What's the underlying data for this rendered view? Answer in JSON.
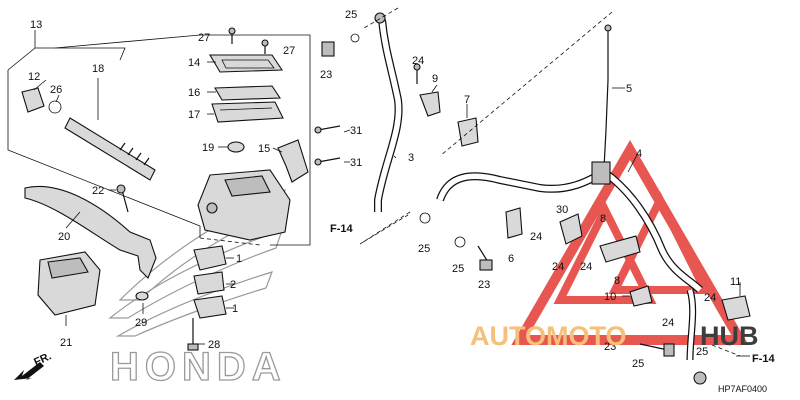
{
  "diagram": {
    "callouts": [
      {
        "key": "c13",
        "text": "13"
      },
      {
        "key": "c12",
        "text": "12"
      },
      {
        "key": "c26",
        "text": "26"
      },
      {
        "key": "c18",
        "text": "18"
      },
      {
        "key": "c27a",
        "text": "27"
      },
      {
        "key": "c27b",
        "text": "27"
      },
      {
        "key": "c14",
        "text": "14"
      },
      {
        "key": "c16",
        "text": "16"
      },
      {
        "key": "c17",
        "text": "17"
      },
      {
        "key": "c19",
        "text": "19"
      },
      {
        "key": "c15",
        "text": "15"
      },
      {
        "key": "c22",
        "text": "22"
      },
      {
        "key": "c20",
        "text": "20"
      },
      {
        "key": "c1a",
        "text": "1"
      },
      {
        "key": "c2",
        "text": "2"
      },
      {
        "key": "c1b",
        "text": "1"
      },
      {
        "key": "c29",
        "text": "29"
      },
      {
        "key": "c21",
        "text": "21"
      },
      {
        "key": "c28",
        "text": "28"
      },
      {
        "key": "c25a",
        "text": "25"
      },
      {
        "key": "c23a",
        "text": "23"
      },
      {
        "key": "c31a",
        "text": "31"
      },
      {
        "key": "c31b",
        "text": "31"
      },
      {
        "key": "c3",
        "text": "3"
      },
      {
        "key": "c24a",
        "text": "24"
      },
      {
        "key": "c9",
        "text": "9"
      },
      {
        "key": "c7",
        "text": "7"
      },
      {
        "key": "c5",
        "text": "5"
      },
      {
        "key": "c4",
        "text": "4"
      },
      {
        "key": "c25b",
        "text": "25"
      },
      {
        "key": "c25c",
        "text": "25"
      },
      {
        "key": "c23b",
        "text": "23"
      },
      {
        "key": "c6",
        "text": "6"
      },
      {
        "key": "c24b",
        "text": "24"
      },
      {
        "key": "c30",
        "text": "30"
      },
      {
        "key": "c8a",
        "text": "8"
      },
      {
        "key": "c24c",
        "text": "24"
      },
      {
        "key": "c8b",
        "text": "8"
      },
      {
        "key": "c24d",
        "text": "24"
      },
      {
        "key": "c10",
        "text": "10"
      },
      {
        "key": "c24e",
        "text": "24"
      },
      {
        "key": "c11",
        "text": "11"
      },
      {
        "key": "c24f",
        "text": "24"
      },
      {
        "key": "c23c",
        "text": "23"
      },
      {
        "key": "c25d",
        "text": "25"
      },
      {
        "key": "c25e",
        "text": "25"
      }
    ],
    "ref_left": "F-14",
    "ref_right": "F-14",
    "front_arrow": "FR.",
    "brand_outline": "HONDA",
    "diagram_code": "HP7AF0400"
  },
  "watermark": {
    "text_a": "AUTOMOTO",
    "text_b": "HUB",
    "color_a": "#f6c07a",
    "color_b": "#3d3d3d",
    "triangle_color": "#e53935"
  }
}
